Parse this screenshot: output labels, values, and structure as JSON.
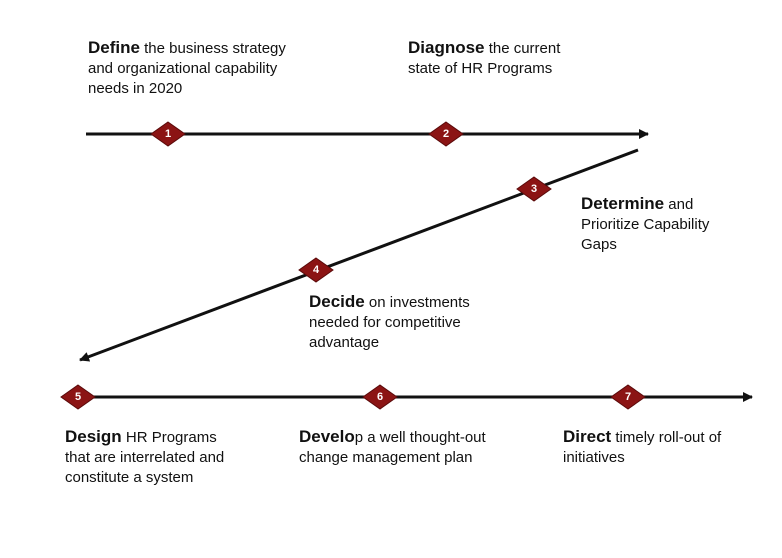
{
  "colors": {
    "line": "#111111",
    "marker_fill": "#8b1414",
    "marker_stroke": "#5a0a0a",
    "marker_text": "#ffffff"
  },
  "steps": [
    {
      "number": "1",
      "keyword": "Define",
      "rest": " the business strategy and organizational capability needs in 2020"
    },
    {
      "number": "2",
      "keyword": "Diagnose",
      "rest": " the current state of HR Programs"
    },
    {
      "number": "3",
      "keyword": "Determine",
      "rest": " and Prioritize Capability Gaps"
    },
    {
      "number": "4",
      "keyword": "Decide",
      "rest": " on investments needed for competitive advantage"
    },
    {
      "number": "5",
      "keyword": "Design",
      "rest": " HR Programs that are interrelated and constitute a system"
    },
    {
      "number": "6",
      "keyword": "Develo",
      "rest": "p a well thought-out change management plan"
    },
    {
      "number": "7",
      "keyword": "Direct",
      "rest": " timely roll-out of initiatives"
    }
  ]
}
